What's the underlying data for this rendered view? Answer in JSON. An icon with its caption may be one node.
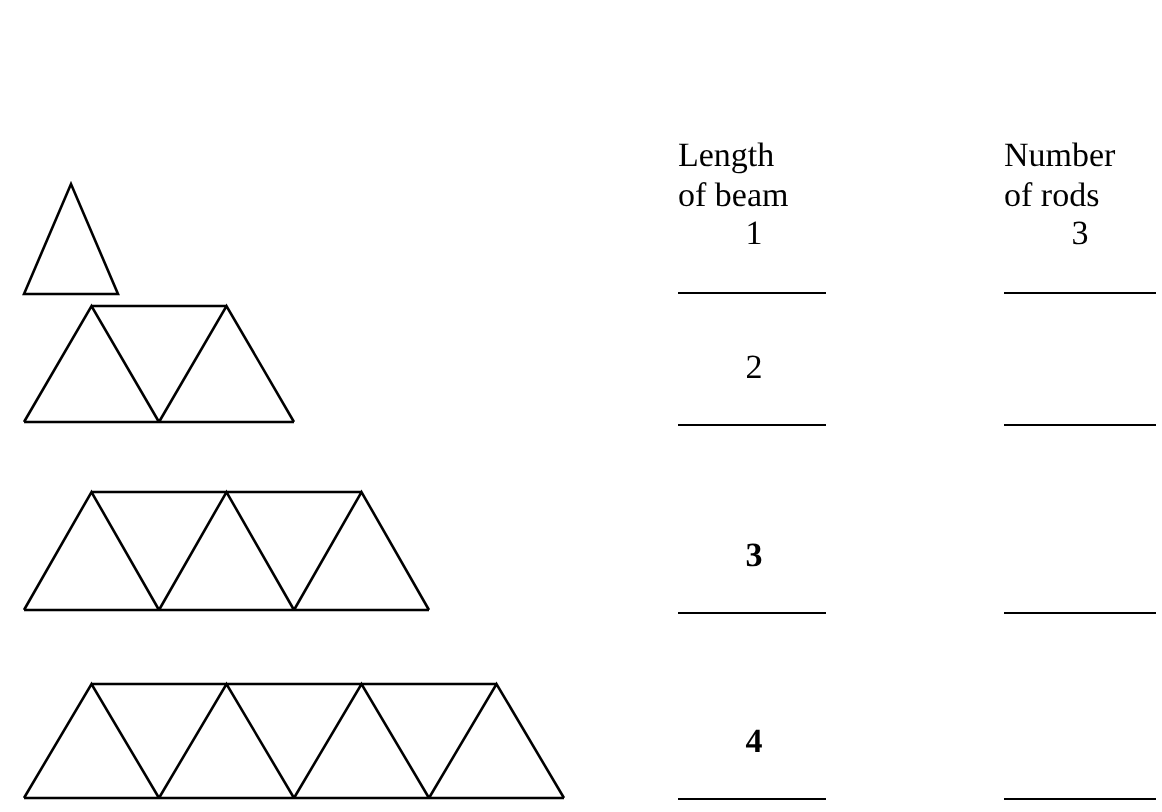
{
  "diagram": {
    "labels": [
      "Length of beam",
      "Number of rods",
      "1",
      "3",
      "2",
      "3",
      "4"
    ]
  }
}
